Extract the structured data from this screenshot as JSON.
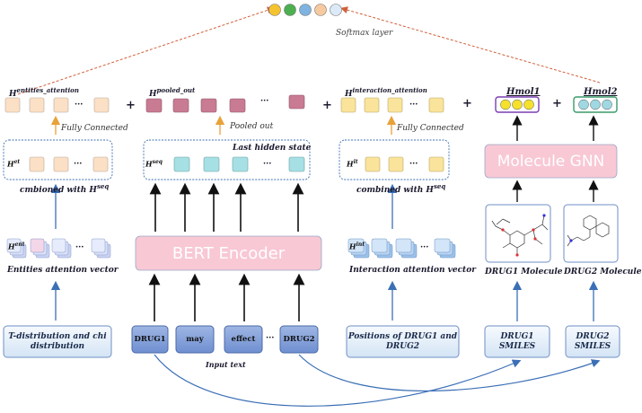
{
  "softmax_label": "Softmax layer",
  "output_dot_colors": [
    "#f4c430",
    "#f5a623",
    "#4caf50",
    "#7fb3e0",
    "#f7c9a0",
    "#dce9f7"
  ],
  "h_entities": {
    "base": "H",
    "sup": "entities_attention"
  },
  "h_pooled": {
    "base": "H",
    "sup": "pooled_out"
  },
  "h_interaction": {
    "base": "H",
    "sup": "interaction_attention"
  },
  "hmol1": "Hmol1",
  "hmol2": "Hmol2",
  "plus": "+",
  "ellipsis": "···",
  "fully_connected_left": "Fully Connected",
  "fully_connected_right": "Fully Connected",
  "pooled_out": "Pooled out",
  "last_hidden_state": "Last hidden state",
  "het": {
    "base": "H",
    "sup": "et"
  },
  "hseq": {
    "base": "H",
    "sup": "seq"
  },
  "hit": {
    "base": "H",
    "sup": "it"
  },
  "hent": {
    "base": "H",
    "sup": "ent"
  },
  "hint": {
    "base": "H",
    "sup": "int"
  },
  "combined_left": {
    "text": "cmbioned with ",
    "base": "H",
    "sup": "seq"
  },
  "combined_right": {
    "text": "combined with ",
    "base": "H",
    "sup": "seq"
  },
  "molecule_gnn": "Molecule GNN",
  "bert_encoder": "BERT Encoder",
  "entities_attention_vector": "Entities attention vector",
  "interaction_attention_vector": "Interaction attention vector",
  "drug1_molecule": "DRUG1 Molecule",
  "drug2_molecule": "DRUG2 Molecule",
  "t_distribution": "T-distribution and chi distribution",
  "positions": "Positions of DRUG1 and DRUG2",
  "tokens": [
    "DRUG1",
    "may",
    "effect",
    "DRUG2"
  ],
  "input_text": "Input text",
  "drug1_smiles": "DRUG1 SMILES",
  "drug2_smiles": "DRUG2 SMILES"
}
